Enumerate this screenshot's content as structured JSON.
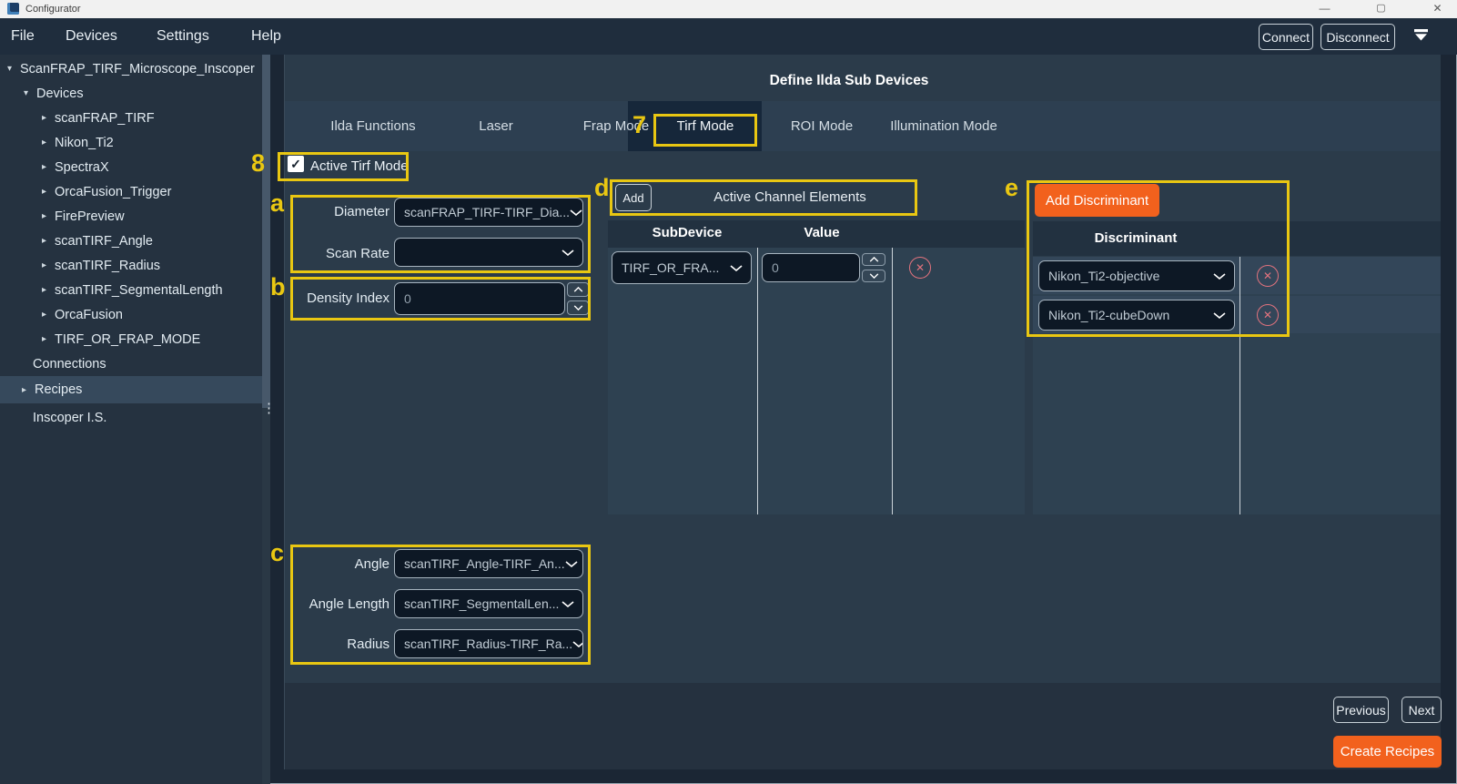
{
  "window": {
    "title": "Configurator",
    "controls": {
      "minimize": "—",
      "maximize": "▢",
      "close": "✕"
    }
  },
  "menubar": {
    "items": [
      "File",
      "Devices",
      "Settings",
      "Help"
    ],
    "connect_label": "Connect",
    "disconnect_label": "Disconnect"
  },
  "sidebar": {
    "items": [
      {
        "label": "ScanFRAP_TIRF_Microscope_Inscoper",
        "marker": "▾",
        "level": 0
      },
      {
        "label": "Devices",
        "marker": "▾",
        "level": 1
      },
      {
        "label": "scanFRAP_TIRF",
        "marker": "▸",
        "level": 2
      },
      {
        "label": "Nikon_Ti2",
        "marker": "▸",
        "level": 2
      },
      {
        "label": "SpectraX",
        "marker": "▸",
        "level": 2
      },
      {
        "label": "OrcaFusion_Trigger",
        "marker": "▸",
        "level": 2
      },
      {
        "label": "FirePreview",
        "marker": "▸",
        "level": 2
      },
      {
        "label": "scanTIRF_Angle",
        "marker": "▸",
        "level": 2
      },
      {
        "label": "scanTIRF_Radius",
        "marker": "▸",
        "level": 2
      },
      {
        "label": "scanTIRF_SegmentalLength",
        "marker": "▸",
        "level": 2
      },
      {
        "label": "OrcaFusion",
        "marker": "▸",
        "level": 2
      },
      {
        "label": "TIRF_OR_FRAP_MODE",
        "marker": "▸",
        "level": 2
      },
      {
        "label": "Connections",
        "marker": "",
        "level": 1
      },
      {
        "label": "Recipes",
        "marker": "▸",
        "level": 1,
        "selected": true
      },
      {
        "label": "Inscoper I.S.",
        "marker": "",
        "level": 1
      }
    ]
  },
  "main": {
    "title": "Define Ilda Sub Devices",
    "tabs": [
      "Ilda Functions",
      "Laser",
      "Frap Mode",
      "Tirf Mode",
      "ROI Mode",
      "Illumination Mode"
    ],
    "active_tab": "Tirf Mode",
    "tirf": {
      "checkbox_label": "Active Tirf Mode",
      "checked": true,
      "check_glyph": "✓",
      "diameter_label": "Diameter",
      "diameter_value": "scanFRAP_TIRF-TIRF_Dia...",
      "scan_rate_label": "Scan Rate",
      "scan_rate_value": "",
      "density_label": "Density Index",
      "density_value": "0",
      "angle_label": "Angle",
      "angle_value": "scanTIRF_Angle-TIRF_An...",
      "angle_length_label": "Angle Length",
      "angle_length_value": "scanTIRF_SegmentalLen...",
      "radius_label": "Radius",
      "radius_value": "scanTIRF_Radius-TIRF_Ra..."
    },
    "channel": {
      "add_label": "Add",
      "title": "Active Channel Elements",
      "col_subdevice": "SubDevice",
      "col_value": "Value",
      "rows": [
        {
          "subdevice": "TIRF_OR_FRA...",
          "value": "0"
        }
      ]
    },
    "discriminant": {
      "add_label": "Add Discriminant",
      "col_header": "Discriminant",
      "rows": [
        {
          "value": "Nikon_Ti2-objective"
        },
        {
          "value": "Nikon_Ti2-cubeDown"
        }
      ]
    },
    "footer": {
      "previous_label": "Previous",
      "next_label": "Next",
      "create_label": "Create Recipes"
    }
  },
  "annotations": {
    "n7": "7",
    "n8": "8",
    "a": "a",
    "b": "b",
    "c": "c",
    "d": "d",
    "e": "e"
  },
  "icons": {
    "delete": "✕",
    "grip": "⋮"
  },
  "colors": {
    "window-bg": "#1B2634",
    "titlebar-bg": "#F1F1F1",
    "menubar-bg": "#1F2D3D",
    "sidebar-bg": "#253240",
    "sidebar-selected": "#36495C",
    "main-bg": "#2B3B4A",
    "tabbar-bg": "#2D3F51",
    "active-tab-bg": "#16273A",
    "header-row-bg": "#223140",
    "table-body-bg": "#2E4151",
    "row-bg": "#334659",
    "field-bg": "#0D1825",
    "field-border": "#A7B4BF",
    "accent-orange": "#F2611D",
    "annotation-yellow": "#E9C712",
    "delete-red": "#E2737E",
    "splitter": "#2A3845",
    "splitter-thumb": "#47586A",
    "footer-bg": "#25313F"
  }
}
